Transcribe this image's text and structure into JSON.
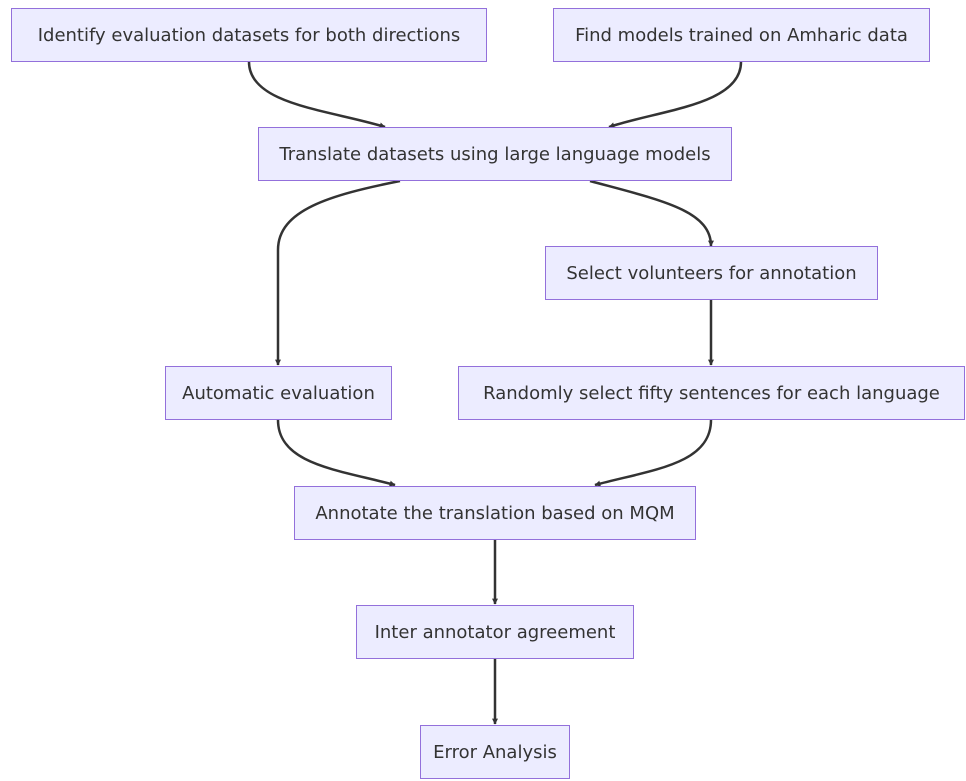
{
  "flowchart": {
    "nodes": {
      "identify": "Identify evaluation datasets for both directions",
      "find_models": "Find models trained on Amharic data",
      "translate": "Translate datasets using large language models",
      "select_volunteers": "Select volunteers for annotation",
      "automatic_eval": "Automatic evaluation",
      "random_select": "Randomly select fifty sentences for each language",
      "annotate": "Annotate the translation based on MQM",
      "inter_annotator": "Inter annotator agreement",
      "error_analysis": "Error Analysis"
    },
    "colors": {
      "node_fill": "#ececff",
      "node_border": "#9370db",
      "text": "#333333",
      "edge": "#333333"
    }
  }
}
